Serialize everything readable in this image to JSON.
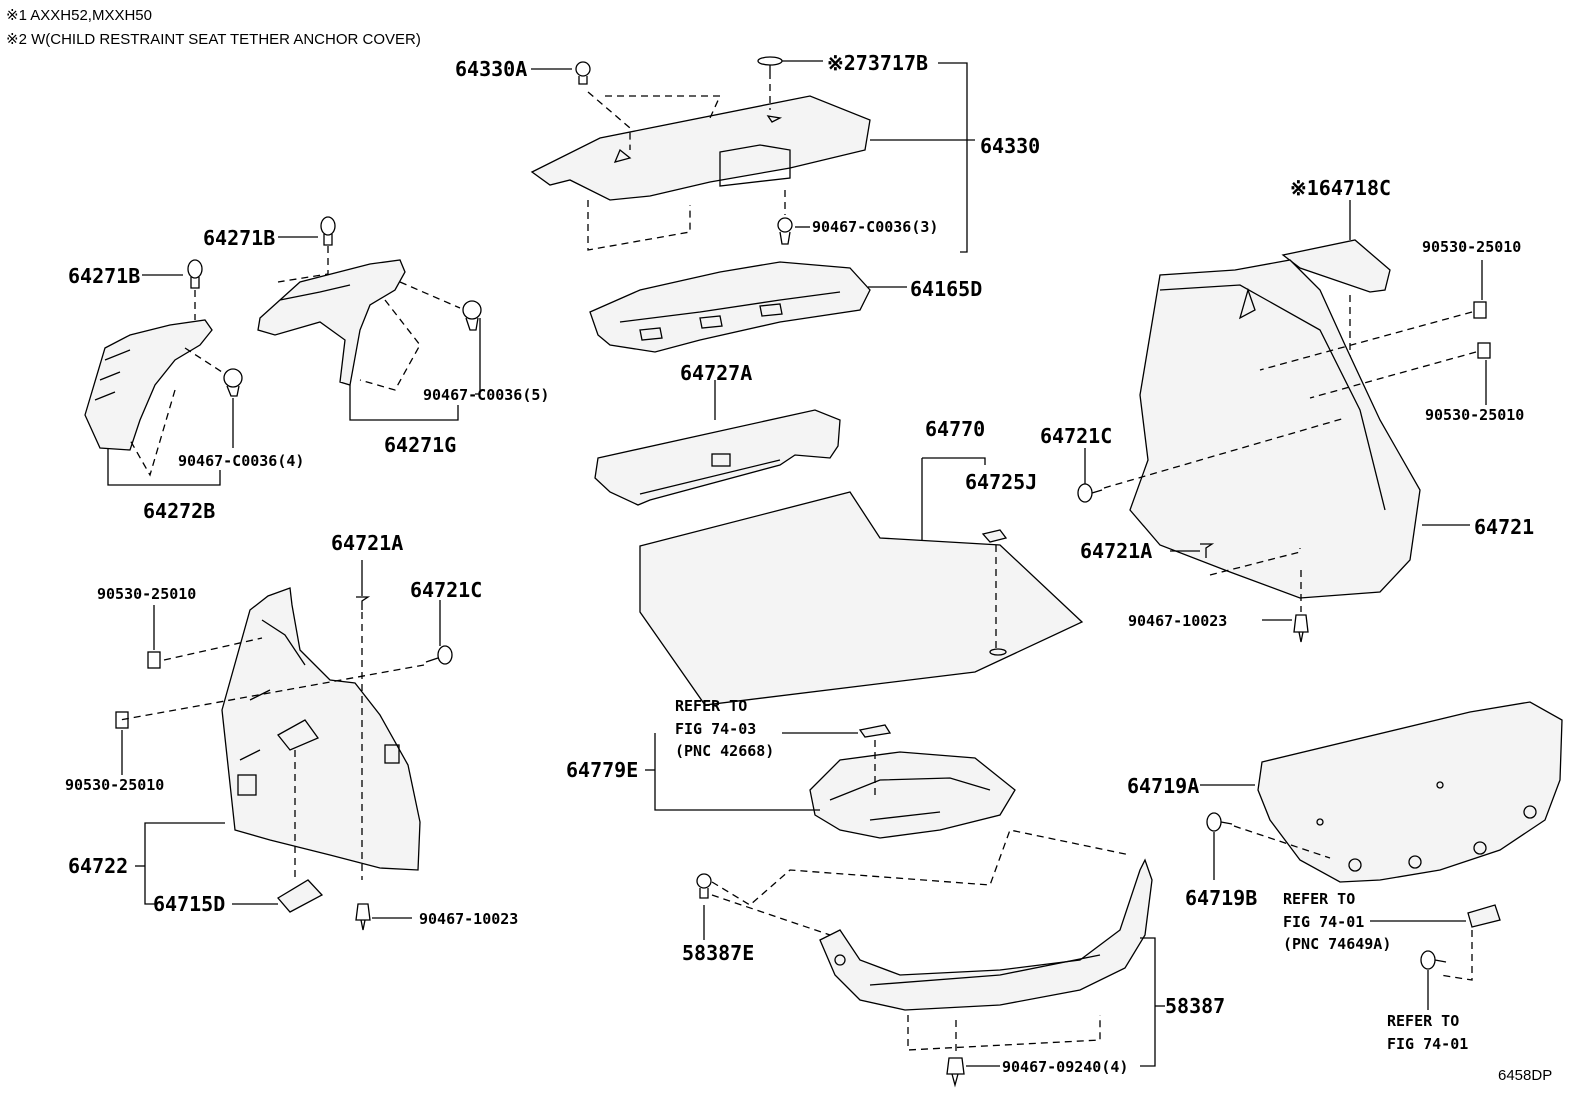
{
  "notes": {
    "n1": "※1 AXXH52,MXXH50",
    "n2": "※2 W(CHILD RESTRAINT SEAT TETHER ANCHOR COVER)"
  },
  "labels": {
    "p64330A": "64330A",
    "p73717B": "※273717B",
    "p64330": "64330",
    "p90467_C0036_3": "90467-C0036(3)",
    "p64165D": "64165D",
    "p64271B_top": "64271B",
    "p64271B_left": "64271B",
    "p90467_C0036_5": "90467-C0036(5)",
    "p64271G": "64271G",
    "p90467_C0036_4": "90467-C0036(4)",
    "p64272B": "64272B",
    "p64727A": "64727A",
    "p64770": "64770",
    "p64725J": "64725J",
    "p64718C": "※164718C",
    "p90530_25010_r1": "90530-25010",
    "p90530_25010_r2": "90530-25010",
    "p64721C_r": "64721C",
    "p64721": "64721",
    "p64721A_r": "64721A",
    "p90467_10023_r": "90467-10023",
    "p64721A_l": "64721A",
    "p64721C_l": "64721C",
    "p90530_25010_l1": "90530-25010",
    "p90530_25010_l2": "90530-25010",
    "p64722": "64722",
    "p64715D": "64715D",
    "p90467_10023_l": "90467-10023",
    "refer1_l1": "REFER TO",
    "refer1_l2": "FIG 74-03",
    "refer1_l3": "(PNC 42668)",
    "p64779E": "64779E",
    "p64719A": "64719A",
    "p64719B": "64719B",
    "refer2_l1": "REFER TO",
    "refer2_l2": "FIG 74-01",
    "refer2_l3": "(PNC 74649A)",
    "refer3_l1": "REFER TO",
    "refer3_l2": "FIG 74-01",
    "p58387E": "58387E",
    "p58387": "58387",
    "p90467_09240_4": "90467-09240(4)",
    "code": "6458DP"
  }
}
